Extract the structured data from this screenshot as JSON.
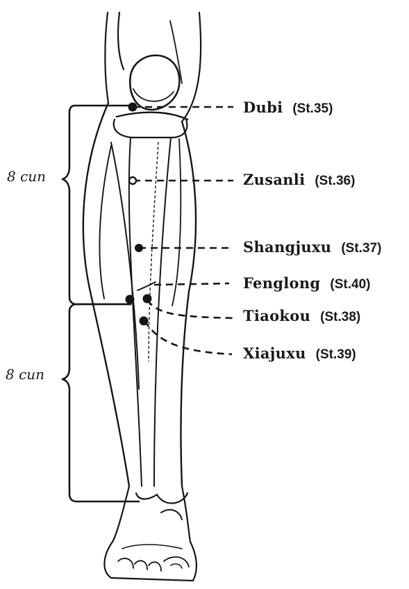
{
  "points": [
    {
      "name": "Dubi",
      "code": "(St.35)",
      "marker": "filled"
    },
    {
      "name": "Zusanli",
      "code": "(St.36)",
      "marker": "open"
    },
    {
      "name": "Shangjuxu",
      "code": "(St.37)",
      "marker": "filled"
    },
    {
      "name": "Fenglong",
      "code": "(St.40)",
      "marker": "filled"
    },
    {
      "name": "Tiaokou",
      "code": "(St.38)",
      "marker": "filled"
    },
    {
      "name": "Xiajuxu",
      "code": "(St.39)",
      "marker": "filled"
    }
  ],
  "measurements": {
    "upper": "8 cun",
    "lower": "8 cun"
  },
  "colors": {
    "ink": "#151515",
    "background": "#ffffff"
  }
}
